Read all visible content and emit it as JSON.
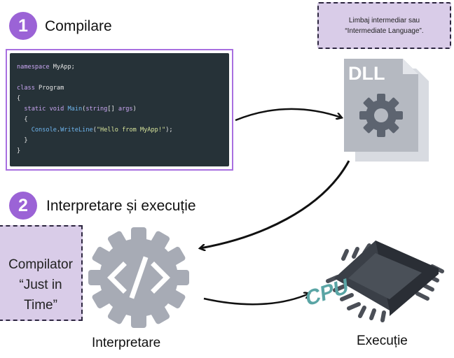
{
  "steps": [
    {
      "number": "1",
      "title": "Compilare"
    },
    {
      "number": "2",
      "title": "Interpretare și execuție"
    }
  ],
  "code_lines": [
    [
      {
        "t": "namespace",
        "c": "kw"
      },
      {
        "t": " MyApp;",
        "c": ""
      }
    ],
    [],
    [
      {
        "t": "class",
        "c": "kw"
      },
      {
        "t": " Program",
        "c": ""
      }
    ],
    [
      {
        "t": "{",
        "c": ""
      }
    ],
    [
      {
        "t": "  static void ",
        "c": "kw"
      },
      {
        "t": "Main",
        "c": "fn"
      },
      {
        "t": "(",
        "c": ""
      },
      {
        "t": "string",
        "c": "kw"
      },
      {
        "t": "[] ",
        "c": ""
      },
      {
        "t": "args",
        "c": "kw"
      },
      {
        "t": ")",
        "c": ""
      }
    ],
    [
      {
        "t": "  {",
        "c": ""
      }
    ],
    [
      {
        "t": "    ",
        "c": ""
      },
      {
        "t": "Console",
        "c": "fn"
      },
      {
        "t": ".",
        "c": ""
      },
      {
        "t": "WriteLine",
        "c": "fn"
      },
      {
        "t": "(",
        "c": ""
      },
      {
        "t": "\"Hello from MyApp!\"",
        "c": "str"
      },
      {
        "t": ");",
        "c": ""
      }
    ],
    [
      {
        "t": "  }",
        "c": ""
      }
    ],
    [
      {
        "t": "}",
        "c": ""
      }
    ]
  ],
  "note_intermediate": {
    "line1": "Limbaj intermediar sau",
    "line2": "“Intermediate Language”."
  },
  "dll_icon": {
    "name": "dll-file-icon",
    "label": "DLL"
  },
  "jit_note": {
    "line1": "Compilator",
    "line2": "“Just in",
    "line3": "Time”"
  },
  "interpreter": {
    "icon": "code-gear-icon",
    "caption": "Interpretare"
  },
  "cpu": {
    "icon": "cpu-chip-icon",
    "label": "CPU",
    "caption": "Execuție"
  },
  "colors": {
    "accent_purple": "#9b63d6",
    "note_bg": "#d9cce8",
    "code_bg": "#263238",
    "gear_gray": "#a7abb5",
    "cpu_teal": "#5aa5a5"
  }
}
